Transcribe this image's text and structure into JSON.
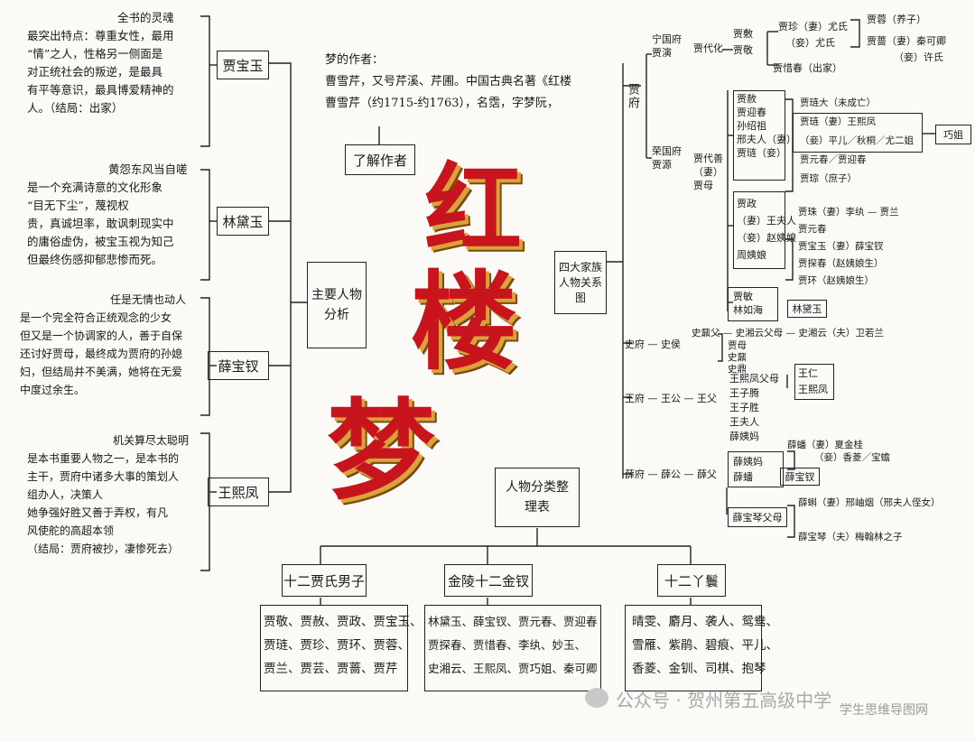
{
  "title": {
    "chars": [
      "红",
      "楼",
      "梦"
    ]
  },
  "author": {
    "text_lines": [
      "梦的作者：",
      "曹雪芹，又号芹溪、芹圃。中国古典名著《红楼",
      "曹雪芹（约1715-约1763），名霑，字梦阮，"
    ],
    "box_label": "了解作者"
  },
  "characters_section": {
    "box_label": "主要人物分析",
    "characters": [
      {
        "name": "贾宝玉",
        "lines": [
          "全书的灵魂",
          "最突出特点：尊重女性，最用",
          "“情”之人，性格另一侧面是",
          "对正统社会的叛逆，是最具",
          "有平等意识，最具博爱精神的",
          "人。（结局：出家）"
        ]
      },
      {
        "name": "林黛玉",
        "lines": [
          "黄怨东风当自嗟",
          "是一个充满诗意的文化形象",
          "“目无下尘”，蔑视权",
          "贵，真诚坦率，敢讽刺现实中",
          "的庸俗虚伪，被宝玉视为知己",
          "但最终伤感抑郁悲惨而死。"
        ]
      },
      {
        "name": "薛宝钗",
        "lines": [
          "任是无情也动人",
          "是一个完全符合正统观念的少女",
          "但又是一个协调家的人，善于自保",
          "还讨好贾母，最终成为贾府的孙媳",
          "妇，但结局并不美满，她将在无爱",
          "中度过余生。"
        ]
      },
      {
        "name": "王熙凤",
        "lines": [
          "机关算尽太聪明",
          "是本书重要人物之一，是本书的",
          "主干，贾府中诸多大事的策划人",
          "组办人，决策人",
          "她争强好胜又善于弄权，有凡",
          "风使舵的高超本领",
          "（结局：贾府被抄，凄惨死去）"
        ]
      }
    ]
  },
  "family_tree": {
    "center_label": "四大家族人物关系图",
    "jia": {
      "label": "贾府",
      "ningguo": {
        "label": "宁国府贾演",
        "gen2": "贾代化",
        "gen3": [
          "贾敷",
          "贾敬"
        ],
        "gen4": [
          "贾珍（妻）尤氏",
          "（妾）尤氏",
          "贾惜春（出家）"
        ],
        "gen5": [
          "贾蓉（养子）",
          "贾蔷（妻）秦可卿",
          "（妾）许氏"
        ]
      },
      "rongguo": {
        "label": "荣国府贾源",
        "gen2": "贾代善（妻）贾母",
        "sheh_group": [
          "贾赦",
          "贾迎春",
          "孙绍祖",
          "邢夫人（妻）",
          "贾琏（妾）"
        ],
        "sheh_kids": [
          "贾琏大（未成亡）",
          "贾琏（妻）王熙凤",
          "（妾）平儿／秋桐／尤二姐",
          "贾元春／贾迎春",
          "贾琮（庶子）"
        ],
        "zheng_group": [
          "贾政",
          "（妻）王夫人",
          "（妾）赵姨娘",
          "周姨娘"
        ],
        "zheng_kids": [
          "贾珠（妻）李纨 — 贾兰",
          "贾元春",
          "贾宝玉（妻）薛宝钗",
          "贾探春（赵姨娘生）",
          "贾环（赵姨娘生）"
        ],
        "min_group": [
          "贾敏",
          "林如海"
        ],
        "min_child": "林黛玉",
        "far_right": "巧姐"
      }
    },
    "shi": {
      "label": "史府 — 史侯",
      "line1": "史鼐父 — 史湘云父母 — 史湘云（夫）卫若兰",
      "sub": [
        "贾母",
        "史鼐",
        "史鼎"
      ]
    },
    "wang": {
      "label": "王府 — 王公 — 王父",
      "items": [
        "王熙凤父母",
        "王子腾",
        "王子胜",
        "王夫人",
        "薛姨妈"
      ],
      "right": [
        "王仁",
        "王熙凤"
      ]
    },
    "xue": {
      "label": "薛府 — 薛公 — 薛父",
      "items": [
        "薛姨妈",
        "薛蟠",
        "薛宝钗",
        "薛宝琴父母"
      ],
      "right": [
        "薛蟠（妻）夏金桂",
        "（妾）香菱／宝蟾",
        "薛宝钗",
        "薛蝌（妻）邢岫烟（邢夫人侄女）",
        "薛宝琴（夫）梅翰林之子"
      ]
    }
  },
  "classification": {
    "root_label": "人物分类整理表",
    "groups": [
      {
        "label": "十二贾氏男子",
        "lines": [
          "贾敬、贾赦、贾政、贾宝玉、",
          "贾琏、贾珍、贾环、贾蓉、",
          "贾兰、贾芸、贾蔷、贾芹"
        ]
      },
      {
        "label": "金陵十二金钗",
        "lines": [
          "林黛玉、薛宝钗、贾元春、贾迎春",
          "贾探春、贾惜春、李纨、妙玉、",
          "史湘云、王熙凤、贾巧姐、秦可卿"
        ]
      },
      {
        "label": "十二丫鬟",
        "lines": [
          "晴雯、麝月、袭人、鸳鸯、",
          "雪雁、紫鹃、碧痕、平儿、",
          "香菱、金钏、司棋、抱琴"
        ]
      }
    ]
  },
  "watermark": {
    "text": "公众号 · 贺州第五高级中学",
    "sub": "学生思维导图网"
  },
  "colors": {
    "title_red": "#c8141c",
    "title_gold": "#d9a23a",
    "line": "#222222"
  }
}
